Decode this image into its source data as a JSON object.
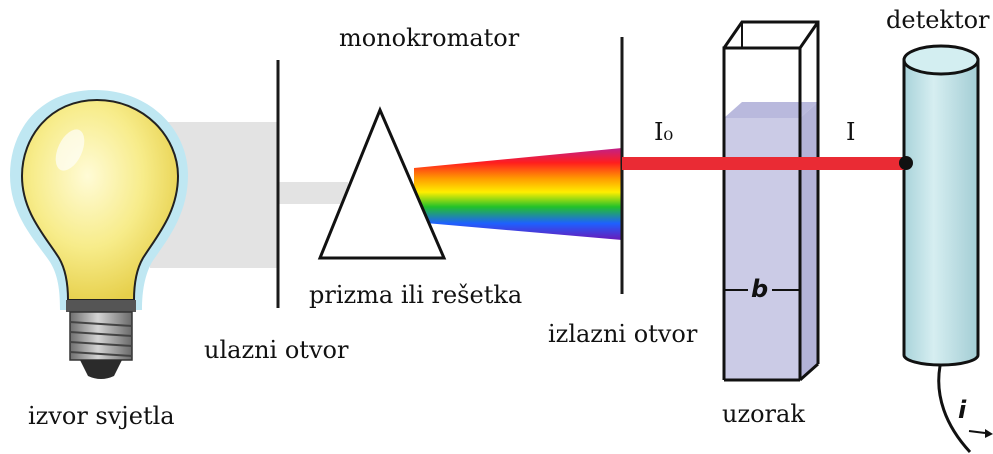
{
  "labels": {
    "light_source": "izvor svjetla",
    "entrance_slit": "ulazni otvor",
    "monochromator": "monokromator",
    "prism": "prizma ili rešetka",
    "exit_slit": "izlazni otvor",
    "i0": "I₀",
    "i": "I",
    "sample": "uzorak",
    "path_length": "b",
    "detector": "detektor",
    "current": "i"
  },
  "colors": {
    "beam": "#ea2b34",
    "bulb_glass": "#f7ec8a",
    "bulb_halo": "#bfe7f2",
    "detector_body": "#c9e6ea",
    "cuvette_liquid": "#c8c8e4",
    "light_path": "#e3e3e3"
  },
  "icons": {
    "light_source": "light-bulb-icon",
    "detector": "detector-cylinder-icon",
    "sample": "cuvette-icon"
  }
}
